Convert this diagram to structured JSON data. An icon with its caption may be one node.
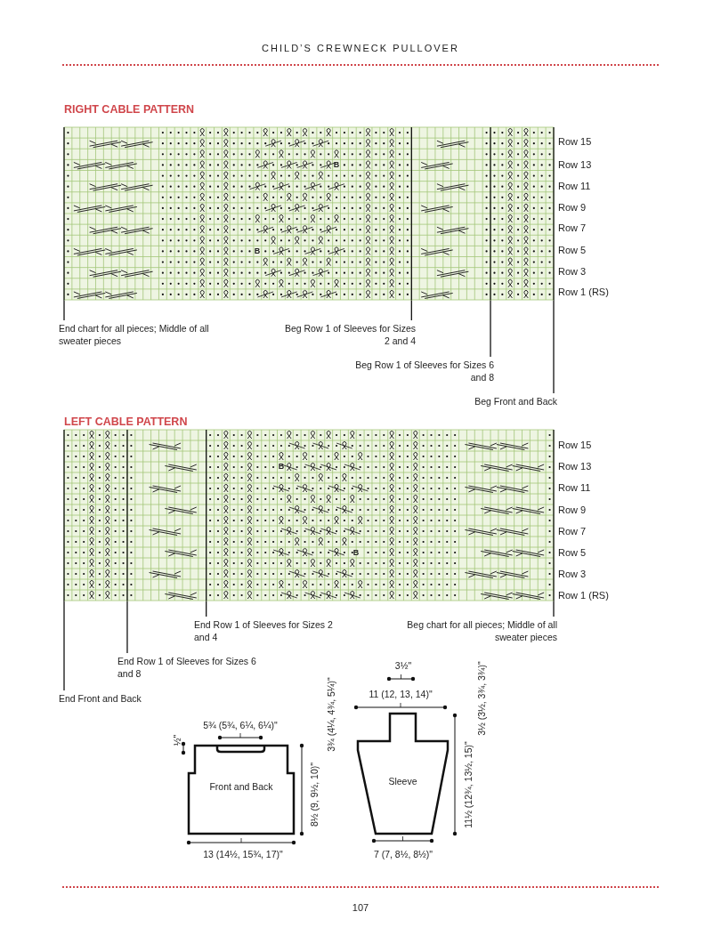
{
  "diagram": {
    "title": "CHILD’S CREWNECK PULLOVER",
    "nodes": [
      {
        "text": [],
        "shape": "box"
      },
      {
        "text": [
          "End chart for all pieces; Middle of all sweater pieces"
        ]
      },
      {
        "text": [
          "Beg Row 1 of Sleeves for Sizes 2 and 4"
        ]
      },
      {
        "text": [
          "Beg Row 1 of Sleeves for Sizes 6 and 8"
        ]
      },
      {
        "text": [
          "Beg Front and Back"
        ]
      },
      {
        "text": [],
        "shape": "box"
      },
      {
        "text": [
          "End Row 1 of Sleeves for Sizes 2 and 4"
        ]
      },
      {
        "text": [
          "End Row 1 of Sleeves for Sizes 6 and 8"
        ]
      },
      {
        "text": [
          "End Front and Back"
        ]
      },
      {
        "text": [
          "Beg chart for all pieces; Middle of all sweater pieces"
        ]
      },
      {
        "text": [
          "Front and Back"
        ]
      },
      {
        "text": [
          "Sleeve"
        ]
      }
    ],
    "edges": [
      {
        "from": 1,
        "to": 0,
        "arrow": "none"
      },
      {
        "from": 2,
        "to": 0,
        "arrow": "none"
      },
      {
        "from": 3,
        "to": 0,
        "arrow": "none"
      },
      {
        "from": 4,
        "to": 0,
        "arrow": "none"
      },
      {
        "from": 6,
        "to": 5,
        "arrow": "none"
      },
      {
        "from": 7,
        "to": 5,
        "arrow": "none"
      },
      {
        "from": 8,
        "to": 5,
        "arrow": "none"
      },
      {
        "from": 9,
        "to": 5,
        "arrow": "none"
      }
    ],
    "labels": [
      "RIGHT CABLE PATTERN",
      "Row 15",
      "B",
      "Row 13",
      "Row 11",
      "Row 9",
      "Row 7",
      "B",
      "Row 5",
      "Row 3",
      "Row 1 (RS)",
      "LEFT CABLE PATTERN",
      "Row 15",
      "B",
      "Row 13",
      "Row 11",
      "Row 9",
      "Row 7",
      "B",
      "Row 5",
      "Row 3",
      "Row 1 (RS)",
      "3½\"",
      "11 (12, 13, 14)\"",
      "3½ (3½, 3¾, 3¾)\"",
      "5¾ (5¾, 6¼, 6¼)\"",
      "½\"",
      "3¾ (4¼, 4¾, 5¼)\"",
      "8½ (9, 9½, 10)\"",
      "11½ (12¾, 13½, 15)\"",
      "13 (14½, 15¾, 17)\"",
      "7 (7, 8½, 8½)\"",
      "107"
    ]
  }
}
